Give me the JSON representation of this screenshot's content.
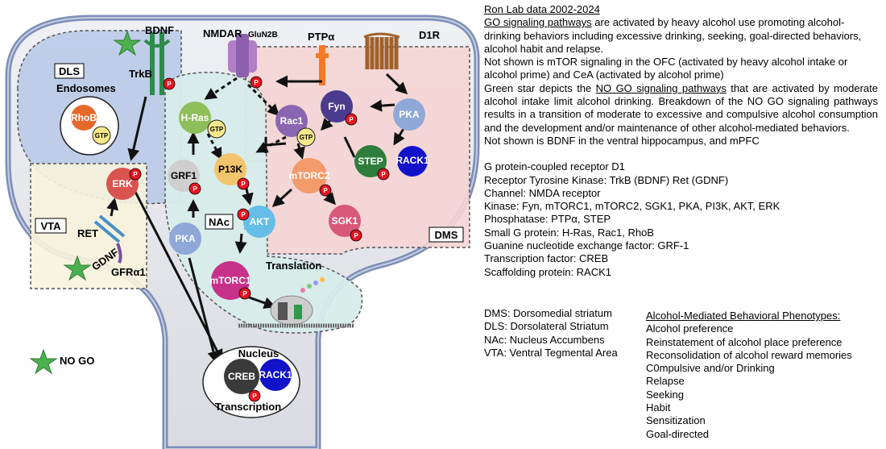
{
  "diagram": {
    "regions": {
      "dls": "DLS",
      "endosomes": "Endosomes",
      "vta": "VTA",
      "nac": "NAc",
      "dms": "DMS",
      "translation": "Translation",
      "nucleus": "Nucleus",
      "transcription": "Transcription"
    },
    "receptors": {
      "bdnf": "BDNF",
      "trkb": "TrkB",
      "nmdar": "NMDAR",
      "glun2b": "GluN2B",
      "ptpa": "PTPα",
      "d1r": "D1R",
      "ret": "RET",
      "gdnf": "GDNF",
      "gfra1": "GFRα1"
    },
    "molecules": {
      "rhob": "RhoB",
      "gtp": "GTP",
      "erk": "ERK",
      "hras": "H-Ras",
      "rac1": "Rac1",
      "fyn": "Fyn",
      "pka": "PKA",
      "grf1": "GRF1",
      "pi3k": "P13K",
      "step": "STEP",
      "rack1": "RACK1",
      "mtorc2": "mTORC2",
      "akt": "AKT",
      "sgk1": "SGK1",
      "mtorc1": "mTORC1",
      "creb": "CREB"
    },
    "phospho": "P",
    "legend_nogo": "NO GO",
    "colors": {
      "dls": "#b7c8e6",
      "dms": "#f5d4d4",
      "nac": "#d7ecea",
      "vta": "#f8f3dd",
      "neuron": "#e8e8ea",
      "membrane": "#7d8eb8",
      "star": "#4caf50",
      "phospho": "#e8141e"
    }
  },
  "text": {
    "heading": "Ron Lab data 2002-2024",
    "p1_link": "GO signaling pathways",
    "p1_rest": " are activated by heavy alcohol use promoting alcohol-drinking behaviors including excessive drinking, seeking, goal-directed behaviors, alcohol habit and relapse.",
    "p2": "Not shown is mTOR signaling in the OFC (activated by heavy alcohol intake or alcohol prime) and CeA (activated by alcohol prime)",
    "p3_pre": "Green star depicts the ",
    "p3_link": "NO GO signaling pathways",
    "p3_rest": " that are activated by moderate alcohol intake limit alcohol drinking. Breakdown of the NO GO signaling pathways results in a transition of moderate to excessive and compulsive alcohol consumption and the development and/or maintenance of other alcohol-mediated behaviors.",
    "p4": "Not shown is BDNF in the ventral hippocampus, and mPFC",
    "classes": [
      "G protein-coupled receptor D1",
      "Receptor Tyrosine Kinase: TrkB (BDNF) Ret (GDNF)",
      "Channel: NMDA receptor",
      "Kinase: Fyn, mTORC1, mTORC2, SGK1, PKA, PI3K, AKT, ERK",
      "Phosphatase: PTPα, STEP",
      "Small G protein: H-Ras, Rac1, RhoB",
      "Guanine nucleotide exchange factor: GRF-1",
      "Transcription factor: CREB",
      "Scaffolding protein: RACK1"
    ],
    "abbreviations": [
      "DMS: Dorsomedial striatum",
      "DLS: Dorsolateral Striatum",
      "NAc: Nucleus Accumbens",
      "VTA: Ventral Tegmental Area"
    ],
    "phenotypes_title": "Alcohol-Mediated Behavioral Phenotypes:",
    "phenotypes": [
      "Alcohol preference",
      "Reinstatement of alcohol place preference",
      "Reconsolidation of alcohol reward memories",
      "C0mpulsive and/or Drinking",
      "Relapse",
      "Seeking",
      "Habit",
      "Sensitization",
      "Goal-directed"
    ]
  }
}
